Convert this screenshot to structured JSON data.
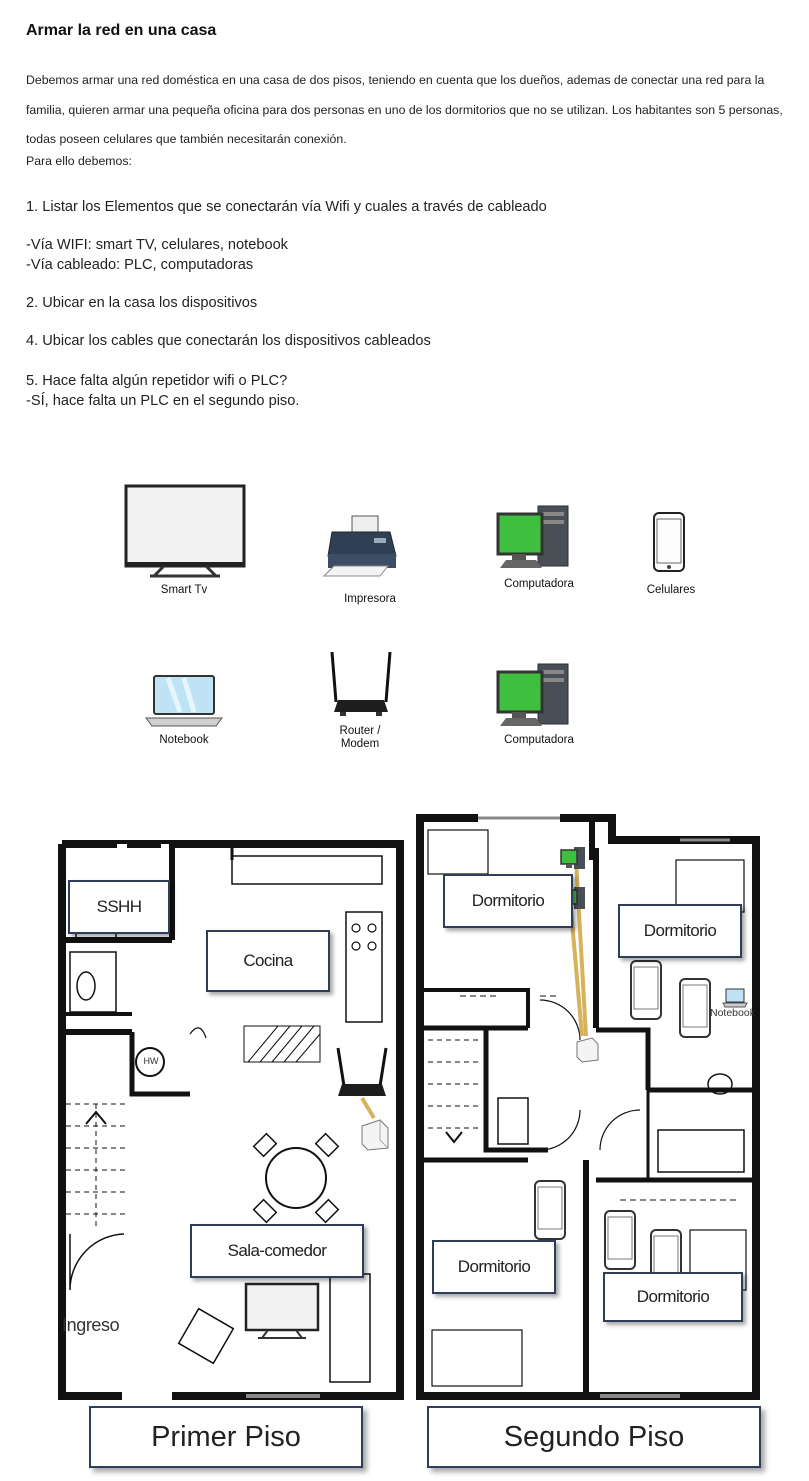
{
  "document": {
    "title": "Armar la red en una casa",
    "intro": "Debemos armar una red doméstica en una casa de dos pisos, teniendo en cuenta que los dueños, ademas de conectar una red para la familia, quieren armar una pequeña oficina para dos personas en uno de los dormitorios que no se utilizan. Los habitantes son 5 personas, todas poseen celulares que también necesitarán conexión.",
    "intro2": "Para ello debemos:",
    "step1": "1. Listar los Elementos que se conectarán vía Wifi y cuales a través de cableado",
    "wifi": "-Vía WIFI: smart TV, celulares, notebook",
    "cable": "-Vía cableado: PLC, computadoras",
    "step2": "2. Ubicar en la casa los dispositivos",
    "step4": "4. Ubicar los cables que conectarán los dispositivos cableados",
    "step5": "5. Hace falta algún repetidor wifi o PLC?",
    "answer5": "-SÍ, hace falta un PLC en el segundo piso."
  },
  "gallery": {
    "smart_tv": "Smart Tv",
    "impresora": "Impresora",
    "computadora1": "Computadora",
    "celulares": "Celulares",
    "notebook": "Notebook",
    "router_line1": "Router /",
    "router_line2": "Modem",
    "computadora2": "Computadora"
  },
  "plan": {
    "sshh": "SSHH",
    "cocina": "Cocina",
    "sala": "Sala-comedor",
    "ingreso": "Ingreso",
    "hw": "HW",
    "dormitorio_a": "Dormitorio",
    "dormitorio_b": "Dormitorio",
    "dormitorio_c": "Dormitorio",
    "dormitorio_d": "Dormitorio",
    "notebook": "Notebook",
    "primer_piso": "Primer Piso",
    "segundo_piso": "Segundo Piso"
  },
  "icons": {
    "tv": "smart-tv-icon",
    "printer": "printer-icon",
    "computer": "desktop-computer-icon",
    "phone": "smartphone-icon",
    "laptop": "laptop-icon",
    "router": "router-icon",
    "plc": "plc-adapter-icon"
  },
  "colors": {
    "screen_green": "#3fbf3f",
    "cable": "#d6b25a",
    "label_border": "#2e3e58",
    "wall": "#111111"
  }
}
